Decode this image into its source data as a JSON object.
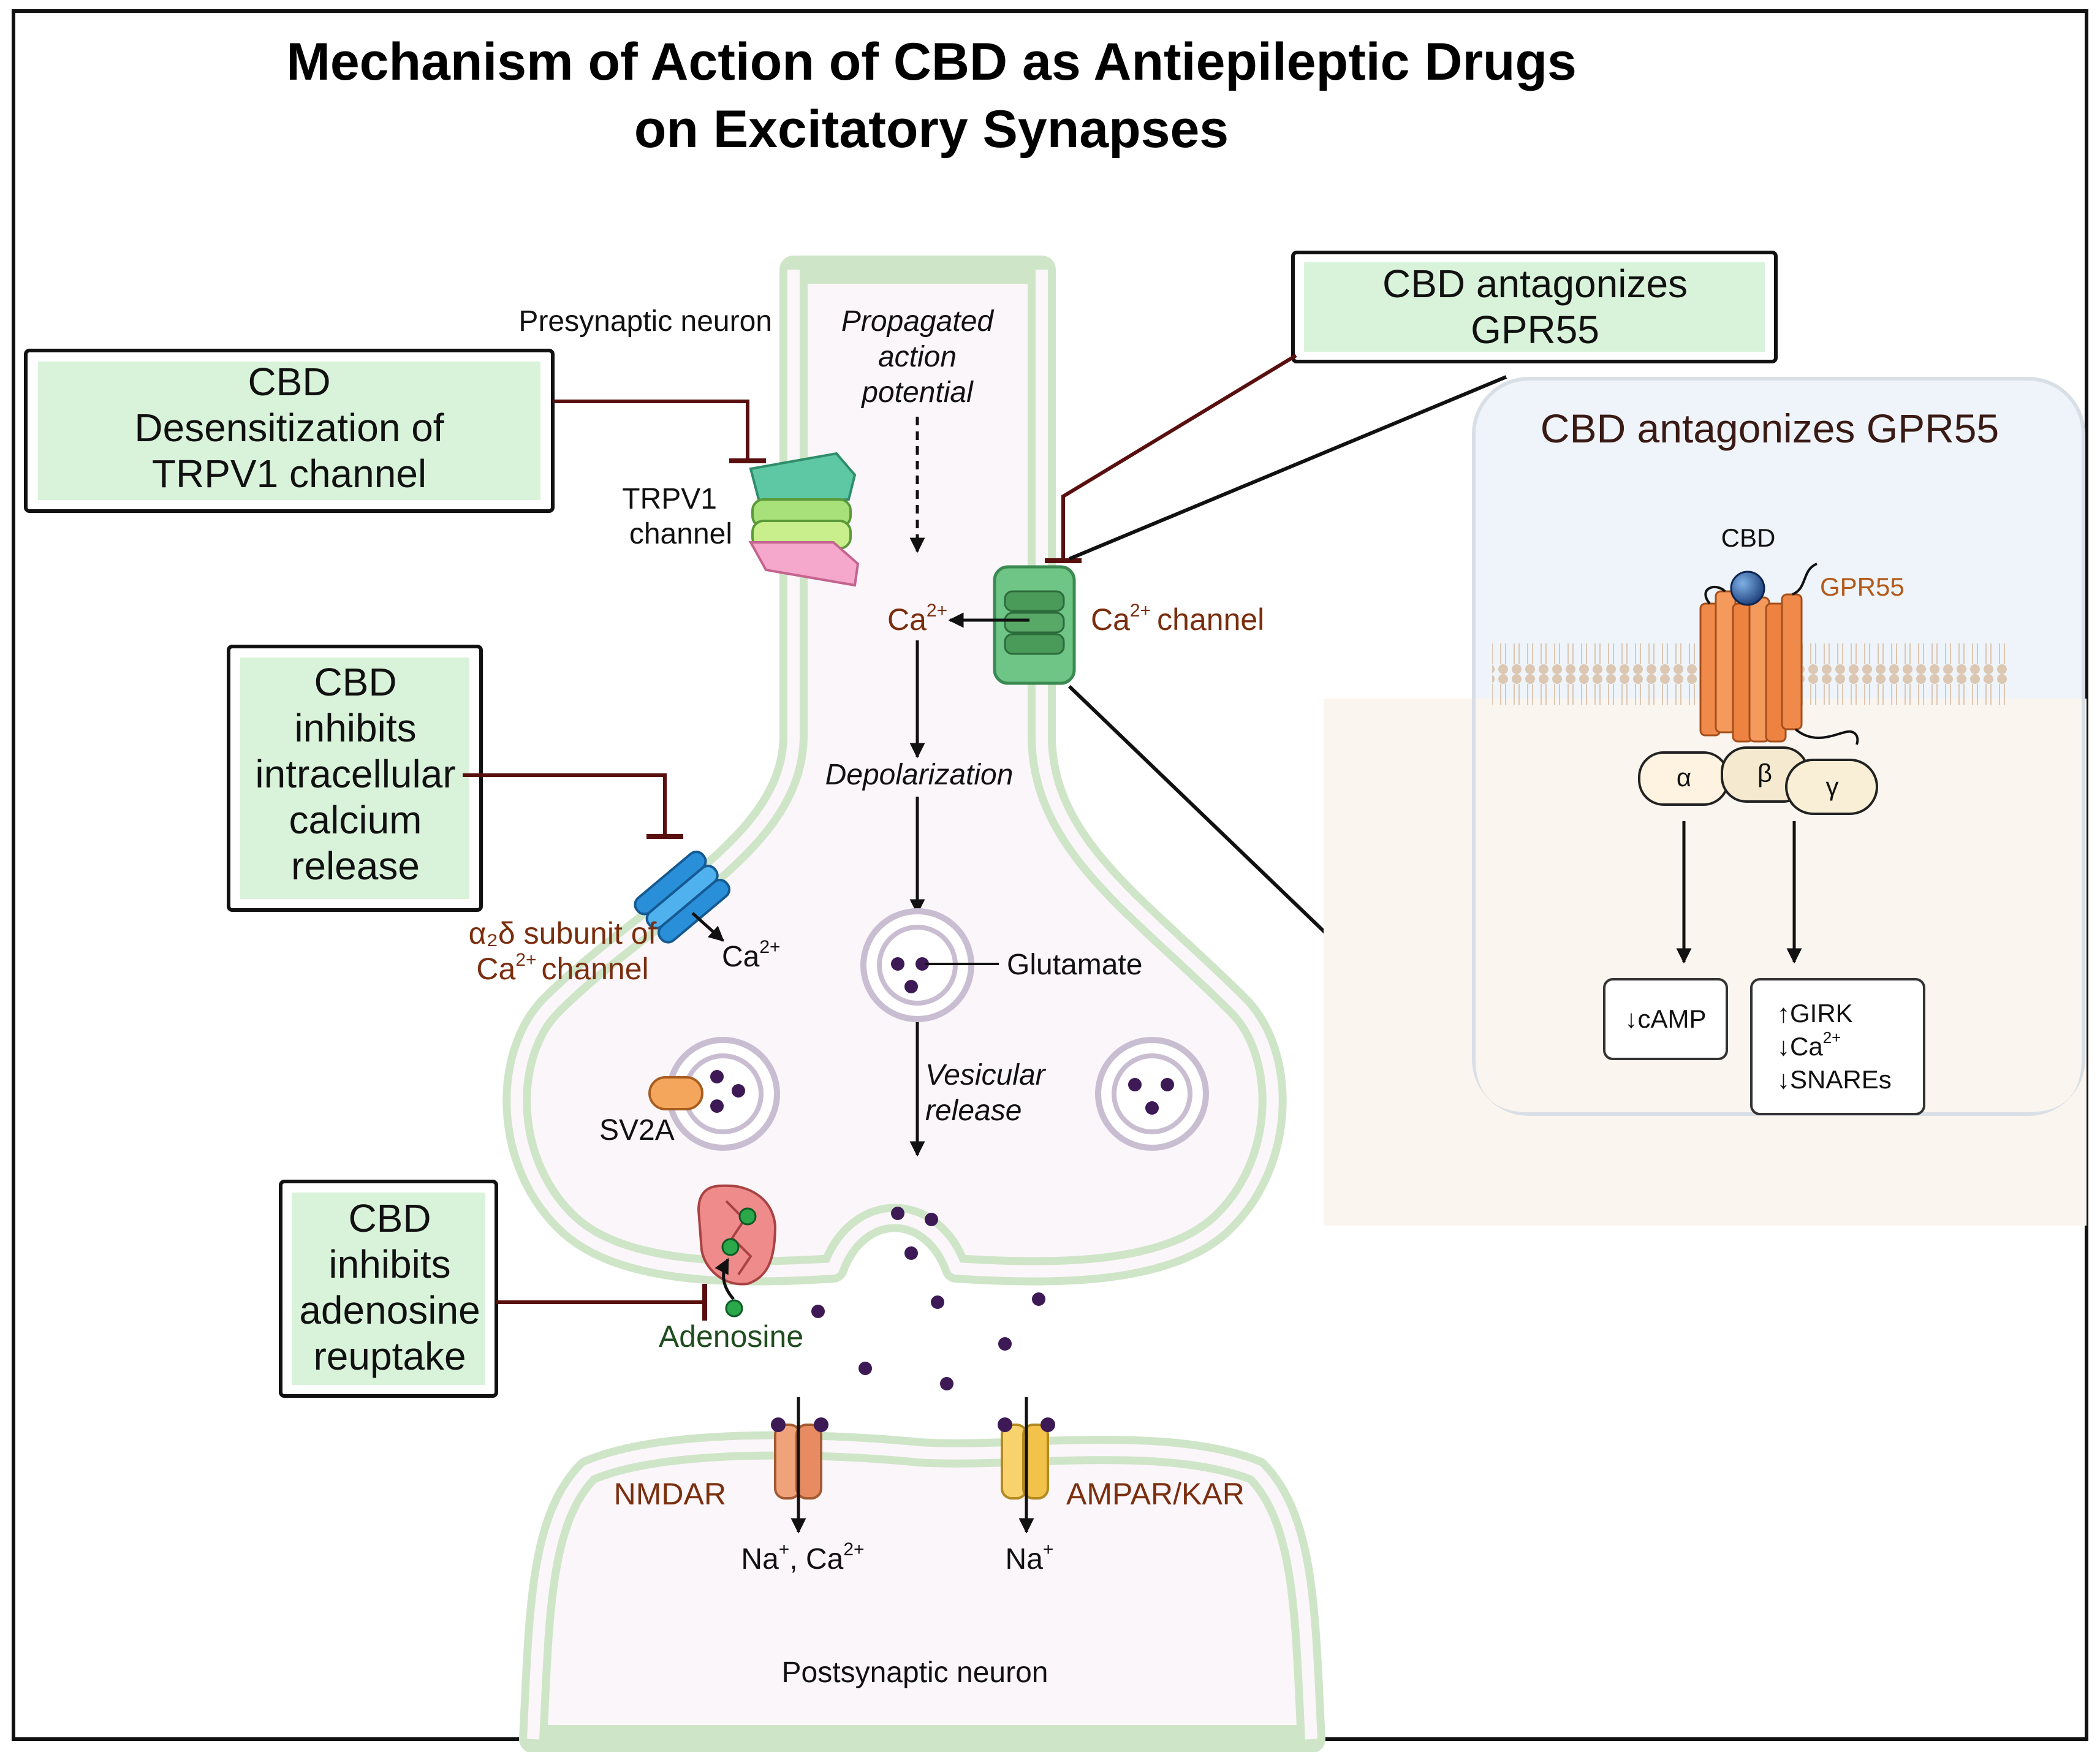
{
  "title": {
    "line1": "Mechanism of Action of CBD as Antiepileptic Drugs",
    "line2": "on Excitatory Synapses"
  },
  "boxes": {
    "trpv1": [
      "CBD",
      "Desensitization of",
      "TRPV1 channel"
    ],
    "calcium": [
      "CBD",
      "inhibits",
      "intracellular",
      "calcium",
      "release"
    ],
    "adenosine": [
      "CBD",
      "inhibits",
      "adenosine",
      "reuptake"
    ],
    "gpr55": [
      "CBD antagonizes",
      "GPR55"
    ]
  },
  "labels": {
    "presynaptic": "Presynaptic neuron",
    "propagated": [
      "Propagated",
      "action",
      "potential"
    ],
    "trpv1_channel": [
      "TRPV1",
      "channel"
    ],
    "ca_center": "Ca",
    "ca_channel": "Ca channel",
    "sup_2plus": "2+",
    "sup_plus": "+",
    "depolarization": "Depolarization",
    "a2d_line1": "α₂δ subunit of",
    "a2d_line2": "Ca channel",
    "ca_a2d": "Ca",
    "glutamate": "Glutamate",
    "vesicular": [
      "Vesicular",
      "release"
    ],
    "sv2a": "SV2A",
    "adenosine": "Adenosine",
    "nmdar": "NMDAR",
    "ampar": "AMPAR/KAR",
    "nmdar_ions": "Na, Ca",
    "ampar_ions": "Na",
    "postsynaptic": "Postsynaptic neuron"
  },
  "panel": {
    "title": "CBD antagonizes GPR55",
    "cbd": "CBD",
    "gpr55": "GPR55",
    "alpha": "α",
    "beta": "β",
    "gamma": "γ",
    "camp": "↓cAMP",
    "effects": [
      "↑GIRK",
      "↓Ca",
      "↓SNAREs"
    ]
  },
  "colors": {
    "box_fill": "#d9f3da",
    "membrane": "#cfe5c8",
    "inhibition": "#5a0f0f",
    "label_brown": "#7a2e0e",
    "panel_top": "#eef4f9",
    "panel_bottom": "#fbf5ef"
  }
}
